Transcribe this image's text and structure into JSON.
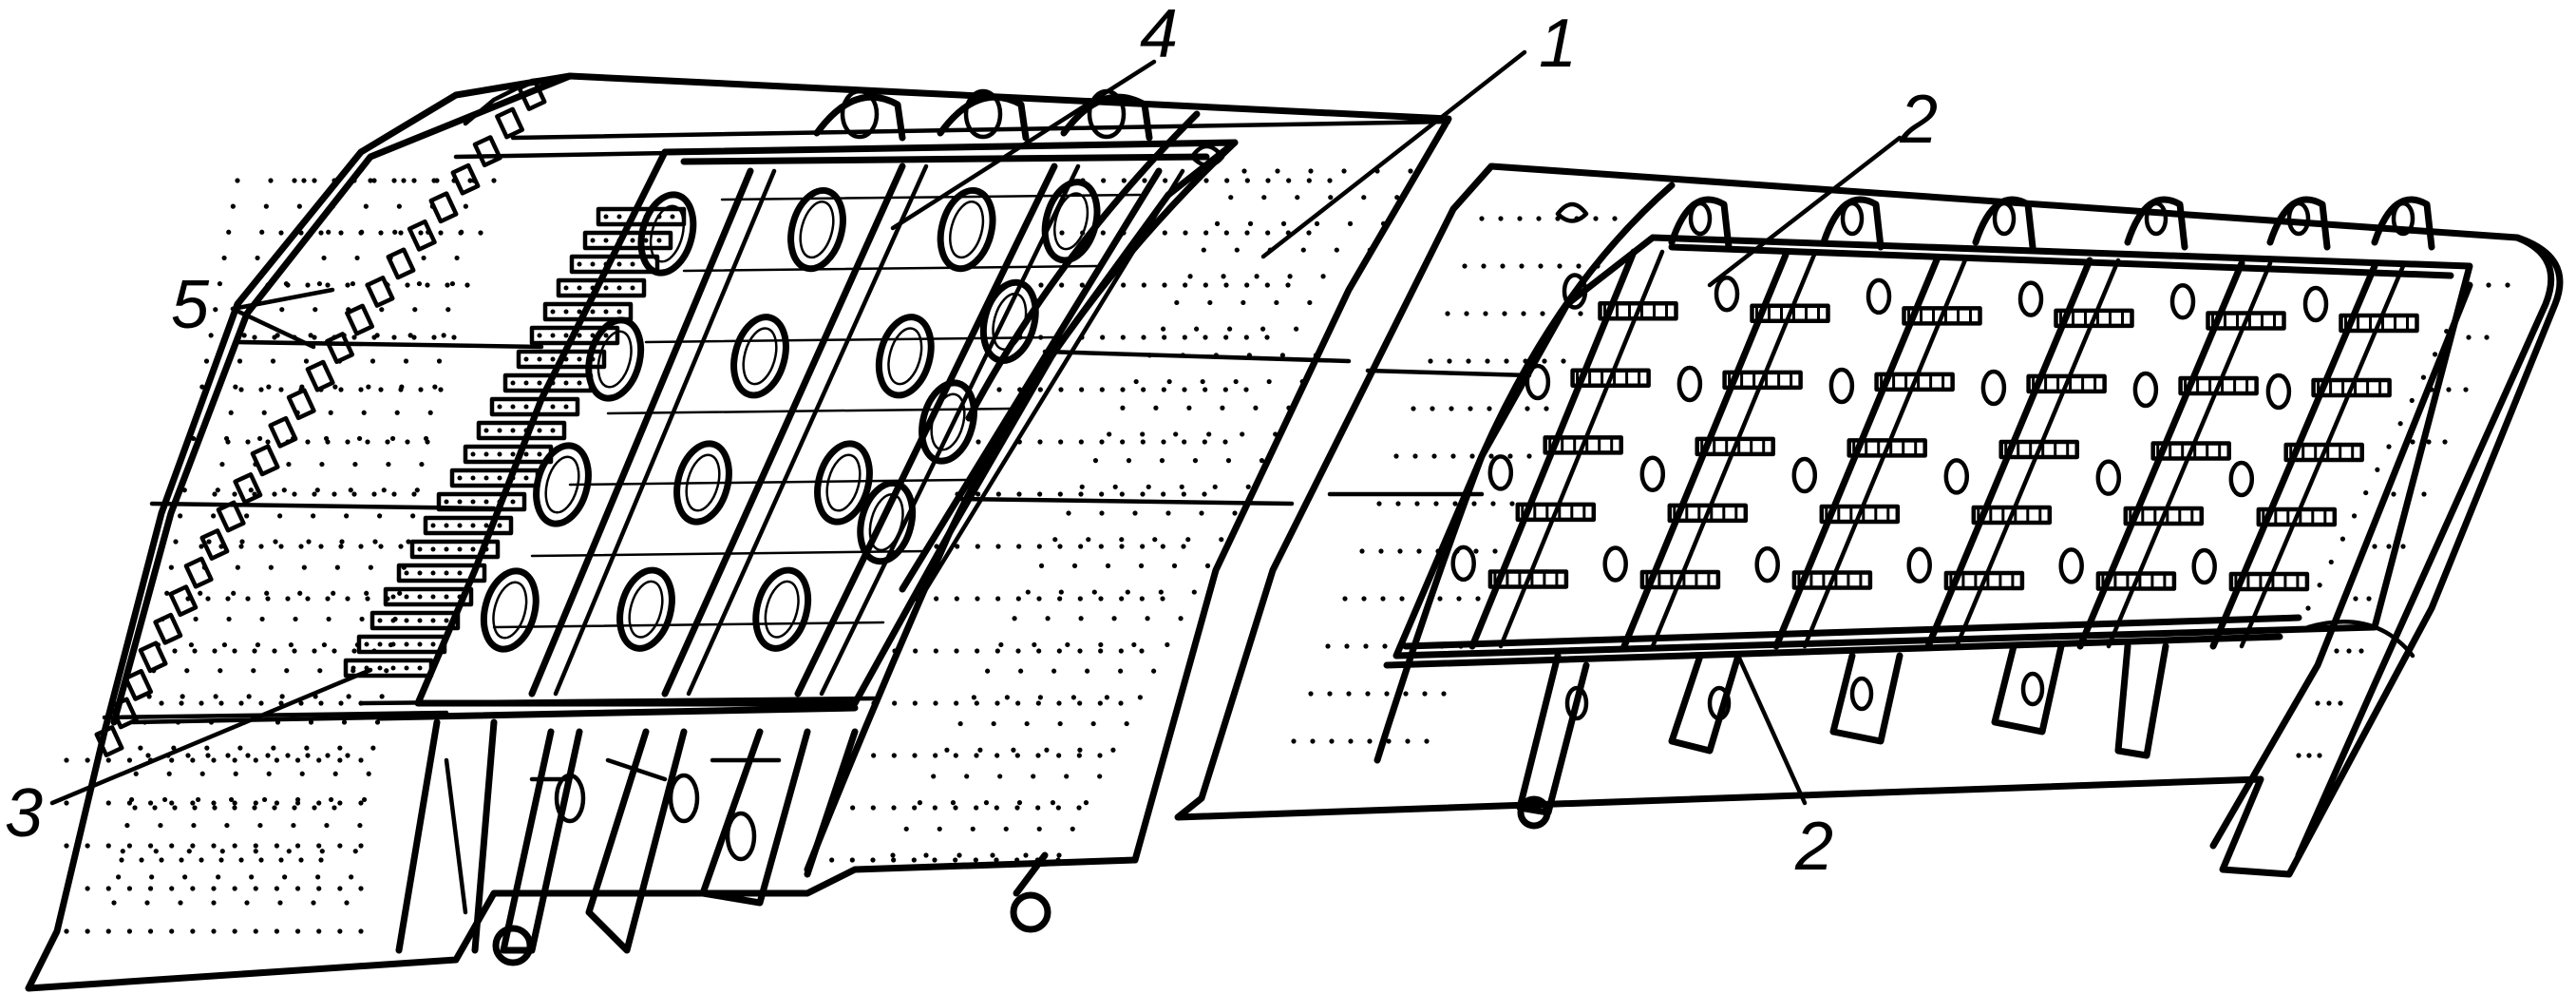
{
  "figure": {
    "labels": [
      {
        "key": "one",
        "text": "1"
      },
      {
        "key": "two_top",
        "text": "2"
      },
      {
        "key": "two_bottom",
        "text": "2"
      },
      {
        "key": "three",
        "text": "3"
      },
      {
        "key": "four",
        "text": "4"
      },
      {
        "key": "five",
        "text": "5"
      }
    ]
  },
  "colors": {
    "ink": "#000000",
    "paper": "#ffffff"
  }
}
